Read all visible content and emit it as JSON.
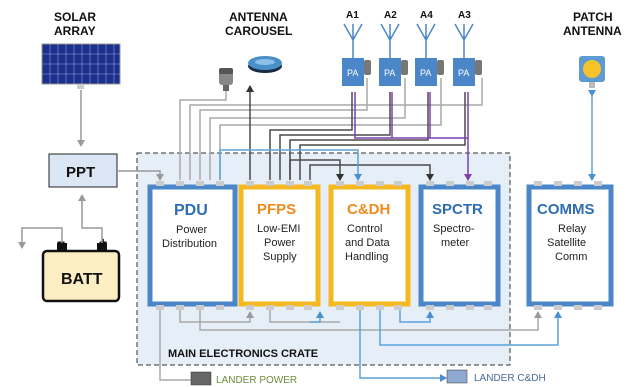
{
  "labels": {
    "solar": [
      "SOLAR",
      "ARRAY"
    ],
    "antenna_carousel": [
      "ANTENNA",
      "CAROUSEL"
    ],
    "patch": [
      "PATCH",
      "ANTENNA"
    ],
    "ppt": "PPT",
    "batt": "BATT",
    "batt_minus": "−",
    "batt_plus": "+",
    "crate": "MAIN ELECTRONICS CRATE",
    "lander_power": "LANDER POWER",
    "lander_cdh": "LANDER C&DH"
  },
  "antennas": [
    "A1",
    "A2",
    "A4",
    "A3"
  ],
  "pa_label": "PA",
  "boxes": {
    "pdu": {
      "title": "PDU",
      "lines": [
        "Power",
        "Distribution"
      ]
    },
    "pfps": {
      "title": "PFPS",
      "lines": [
        "Low-EMI",
        "Power",
        "Supply"
      ]
    },
    "cdh": {
      "title": "C&DH",
      "lines": [
        "Control",
        "and Data",
        "Handling"
      ]
    },
    "spctr": {
      "title": "SPCTR",
      "lines": [
        "Spectro-",
        "meter"
      ]
    },
    "comms": {
      "title": "COMMS",
      "lines": [
        "Relay",
        "Satellite",
        "Comm"
      ]
    }
  },
  "colors": {
    "blue_box": "#4a86c8",
    "orange_box": "#f6b820",
    "crate_fill": "#e6eef8",
    "purple": "#7d3fb0",
    "gray_line": "#a9a9a9",
    "dark_line": "#4a4a4a",
    "light_blue_line": "#5ba3d9",
    "pdu_title": "#2e6db4",
    "pfps_title": "#f08a1c"
  }
}
